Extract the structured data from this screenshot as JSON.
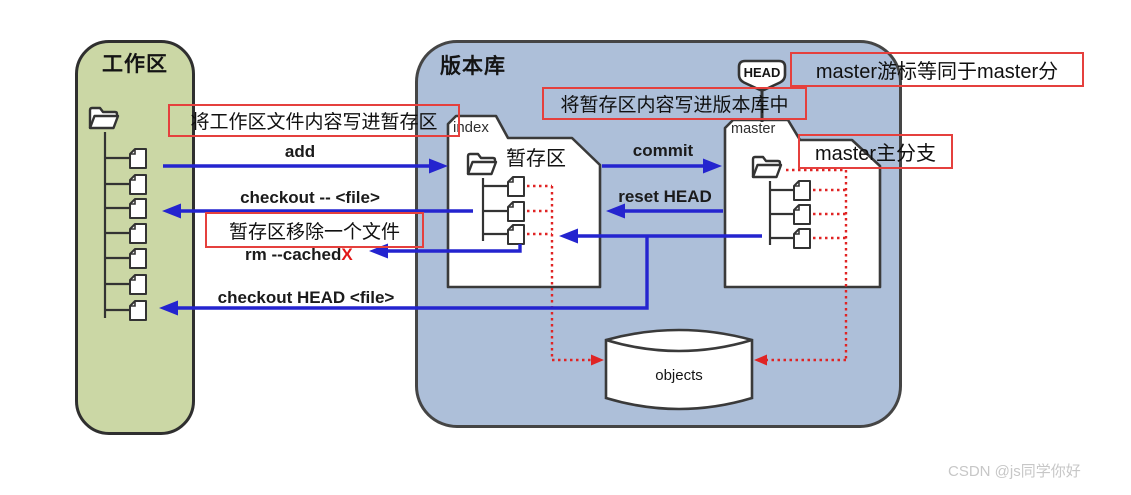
{
  "diagram": {
    "working_area": {
      "title": "工作区",
      "file_count": 7
    },
    "repository": {
      "title": "版本库"
    },
    "index_folder": {
      "tab_label": "index",
      "area_label": "暂存区",
      "file_count": 3
    },
    "master_folder": {
      "tab_label": "master",
      "file_count": 3
    },
    "head_tag": {
      "label": "HEAD"
    },
    "objects_store": {
      "label": "objects"
    }
  },
  "commands": {
    "add": "add",
    "commit": "commit",
    "checkout_file": "checkout -- <file>",
    "reset_head": "reset HEAD",
    "rm_cached": "rm --cached",
    "rm_cached_mark": "X",
    "checkout_head_file": "checkout HEAD <file>"
  },
  "annotations": {
    "worktree_to_index": "将工作区文件内容写进暂存区",
    "index_to_repo": "将暂存区内容写进版本库中",
    "master_pointer": "master游标等同于master分",
    "master_branch": "master主分支",
    "remove_from_index": "暂存区移除一个文件"
  },
  "watermark": "CSDN @js同学你好",
  "colors": {
    "working_area_fill": "#cbd7a5",
    "repository_fill": "#adbfd9",
    "arrow_blue": "#2424cf",
    "dotted_red": "#e02424",
    "annotation_red": "#e5403d"
  }
}
